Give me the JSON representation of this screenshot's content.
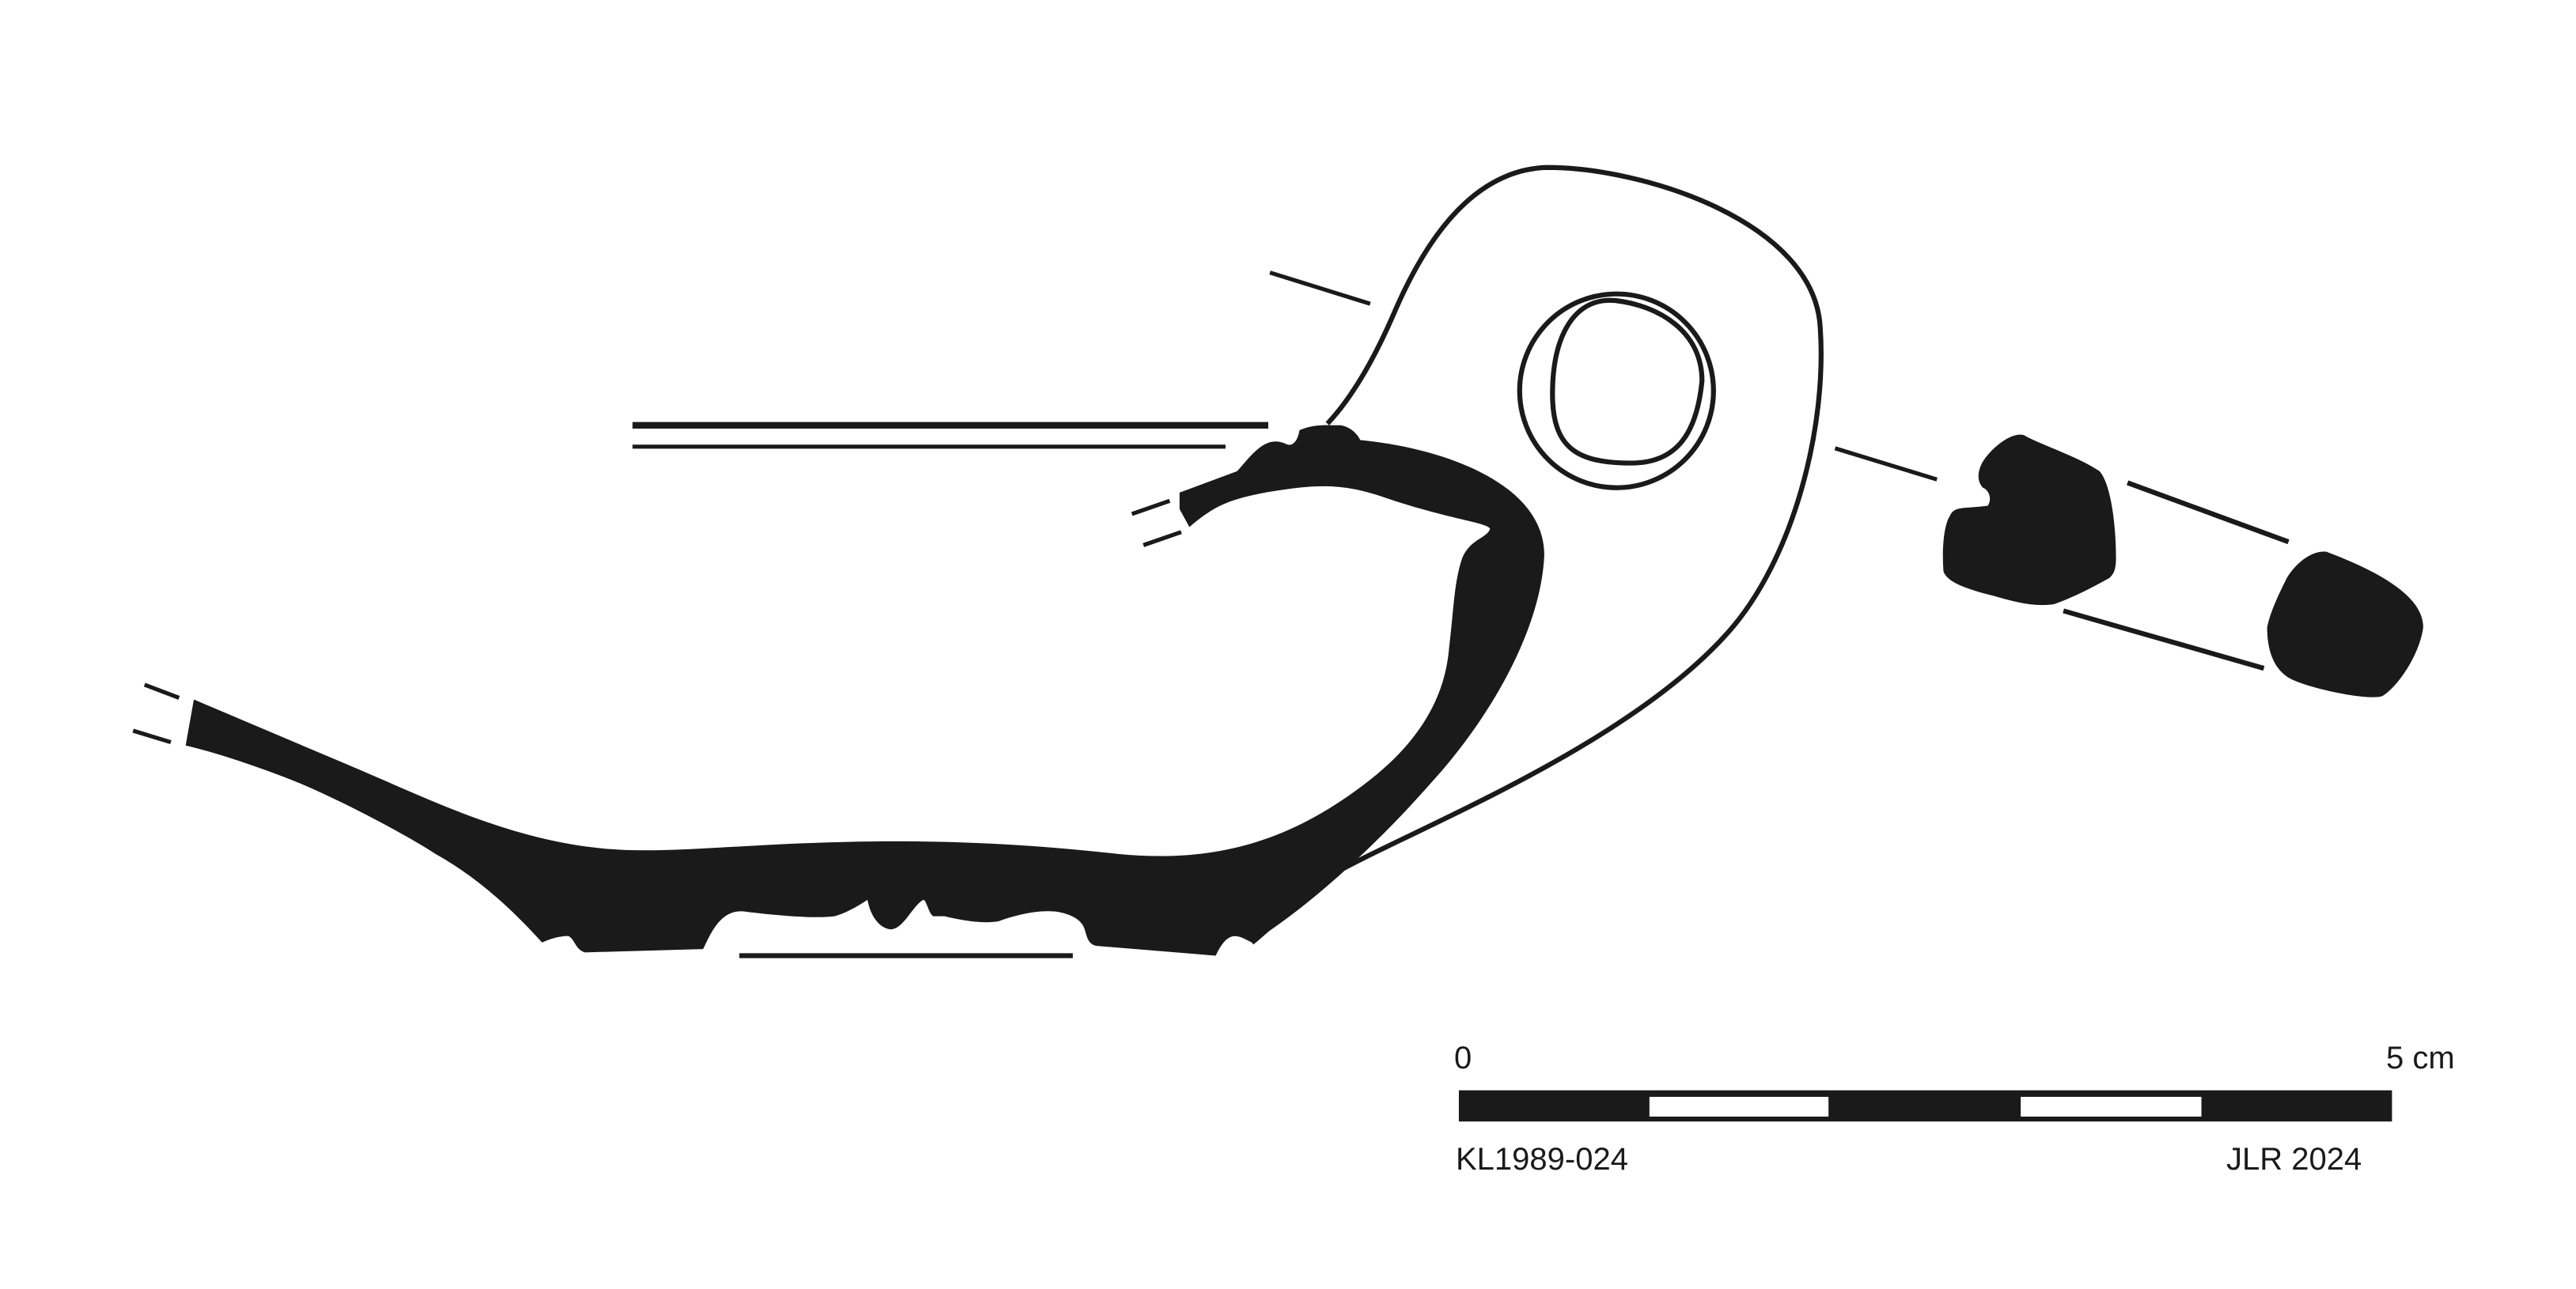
{
  "scale_bar": {
    "start_label": "0",
    "end_label": "5 cm",
    "segments": 5
  },
  "catalogue_number": "KL1989-024",
  "credit": "JLR 2024",
  "colors": {
    "ink": "#1a1a1a",
    "paper": "#ffffff"
  }
}
